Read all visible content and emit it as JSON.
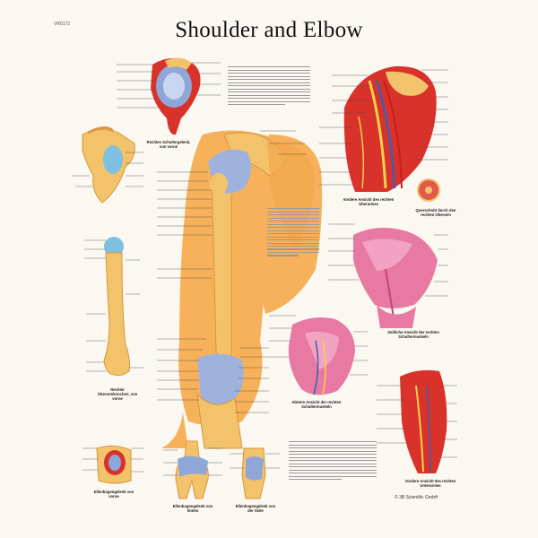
{
  "poster": {
    "code": "VR0172",
    "title": "Shoulder and Elbow",
    "publisher": "© 3B Scientific GmbH"
  },
  "figures": {
    "shoulder_top_left": {
      "caption": ""
    },
    "shoulder_joint_open": {
      "caption": "Rechtes Schultergelenk, von vorne"
    },
    "humerus_front": {
      "caption": "Rechter Oberarmknochen, von vorne"
    },
    "arm_main": {
      "caption": ""
    },
    "shoulder_nerves": {
      "caption": "Vordere Ansicht des rechten Oberarmes"
    },
    "cross_section": {
      "caption": "Querschnitt durch den rechten Oberarm"
    },
    "muscles_side": {
      "caption": "Seitliche Ansicht der rechten Schultermuskeln"
    },
    "muscles_back": {
      "caption": "Hintere Ansicht der rechten Schultermuskeln"
    },
    "forearm": {
      "caption": "Vordere Ansicht des rechten Unterarmes"
    },
    "elbow_1": {
      "caption": "Ellenbogengelenk von vorne"
    },
    "elbow_2": {
      "caption": "Ellenbogengelenk von hinten"
    },
    "elbow_3": {
      "caption": "Ellenbogengelenk von der Seite"
    }
  },
  "colors": {
    "bone": "#f2c36b",
    "bone_dark": "#d9963a",
    "skin": "#f7b15a",
    "muscle": "#d9322a",
    "muscle_light": "#e879a3",
    "ligament": "#8fa6d8",
    "nerve": "#f2d24b",
    "vessel_blue": "#3a5fb8"
  }
}
